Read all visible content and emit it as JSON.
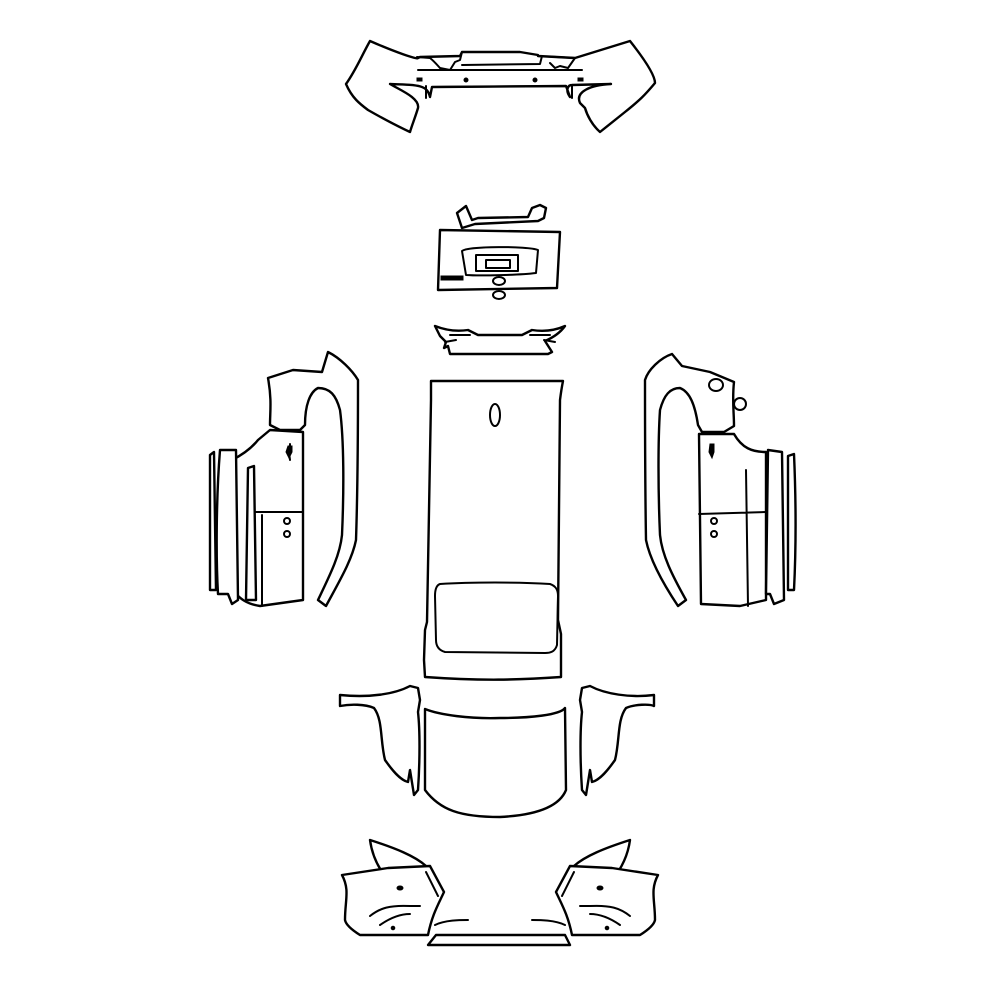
{
  "diagram": {
    "type": "vehicle paint protection film template (line art)",
    "background": "#ffffff",
    "stroke_color": "#000000",
    "panels": [
      {
        "id": "rear-bumper",
        "position": "top center"
      },
      {
        "id": "trunk-lid-emblem-panel",
        "position": "upper center"
      },
      {
        "id": "rear-spoiler-lip",
        "position": "upper center, below trunk panel"
      },
      {
        "id": "left-rear-quarter-and-doors",
        "position": "middle left"
      },
      {
        "id": "roof",
        "position": "middle center"
      },
      {
        "id": "right-rear-quarter-and-doors",
        "position": "middle right"
      },
      {
        "id": "left-front-fender",
        "position": "lower left"
      },
      {
        "id": "hood",
        "position": "lower center"
      },
      {
        "id": "right-front-fender",
        "position": "lower right"
      },
      {
        "id": "front-bumper",
        "position": "bottom center"
      }
    ]
  }
}
